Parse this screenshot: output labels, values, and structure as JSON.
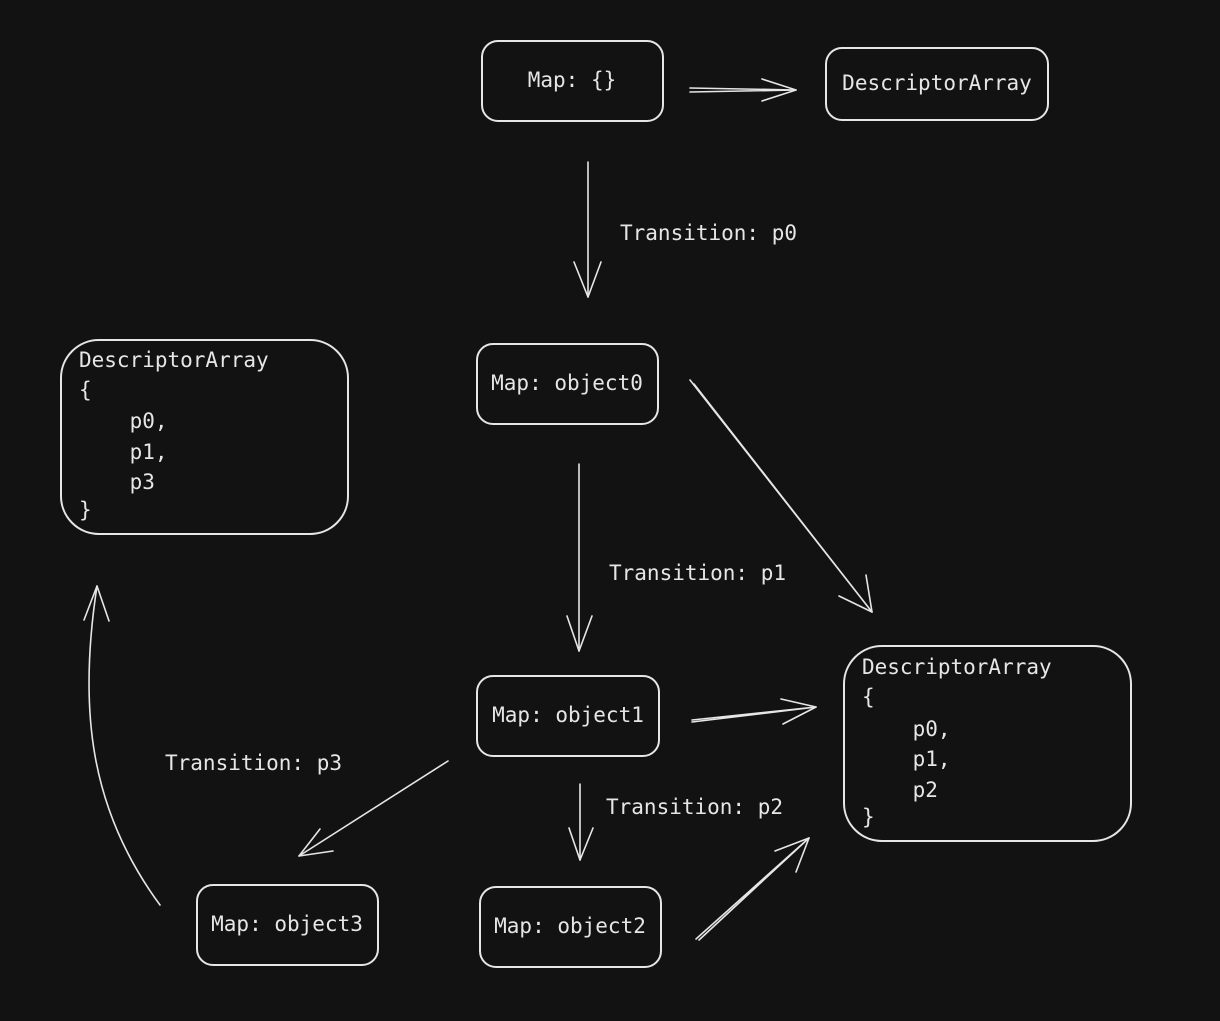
{
  "nodes": {
    "map_empty": {
      "label": "Map: {}"
    },
    "descriptor_empty": {
      "label": "DescriptorArray"
    },
    "map_object0": {
      "label": "Map: object0"
    },
    "map_object1": {
      "label": "Map: object1"
    },
    "map_object2": {
      "label": "Map: object2"
    },
    "map_object3": {
      "label": "Map: object3"
    },
    "descriptor_p0_p1_p3": {
      "lines": [
        "DescriptorArray",
        "{",
        "    p0,",
        "    p1,",
        "    p3",
        "}"
      ]
    },
    "descriptor_p0_p1_p2": {
      "lines": [
        "DescriptorArray",
        "{",
        "    p0,",
        "    p1,",
        "    p2",
        "}"
      ]
    }
  },
  "edges": {
    "transition_p0": {
      "label": "Transition: p0"
    },
    "transition_p1": {
      "label": "Transition: p1"
    },
    "transition_p2": {
      "label": "Transition: p2"
    },
    "transition_p3": {
      "label": "Transition: p3"
    }
  },
  "colors": {
    "background": "#121212",
    "stroke": "#e6e6e6"
  }
}
